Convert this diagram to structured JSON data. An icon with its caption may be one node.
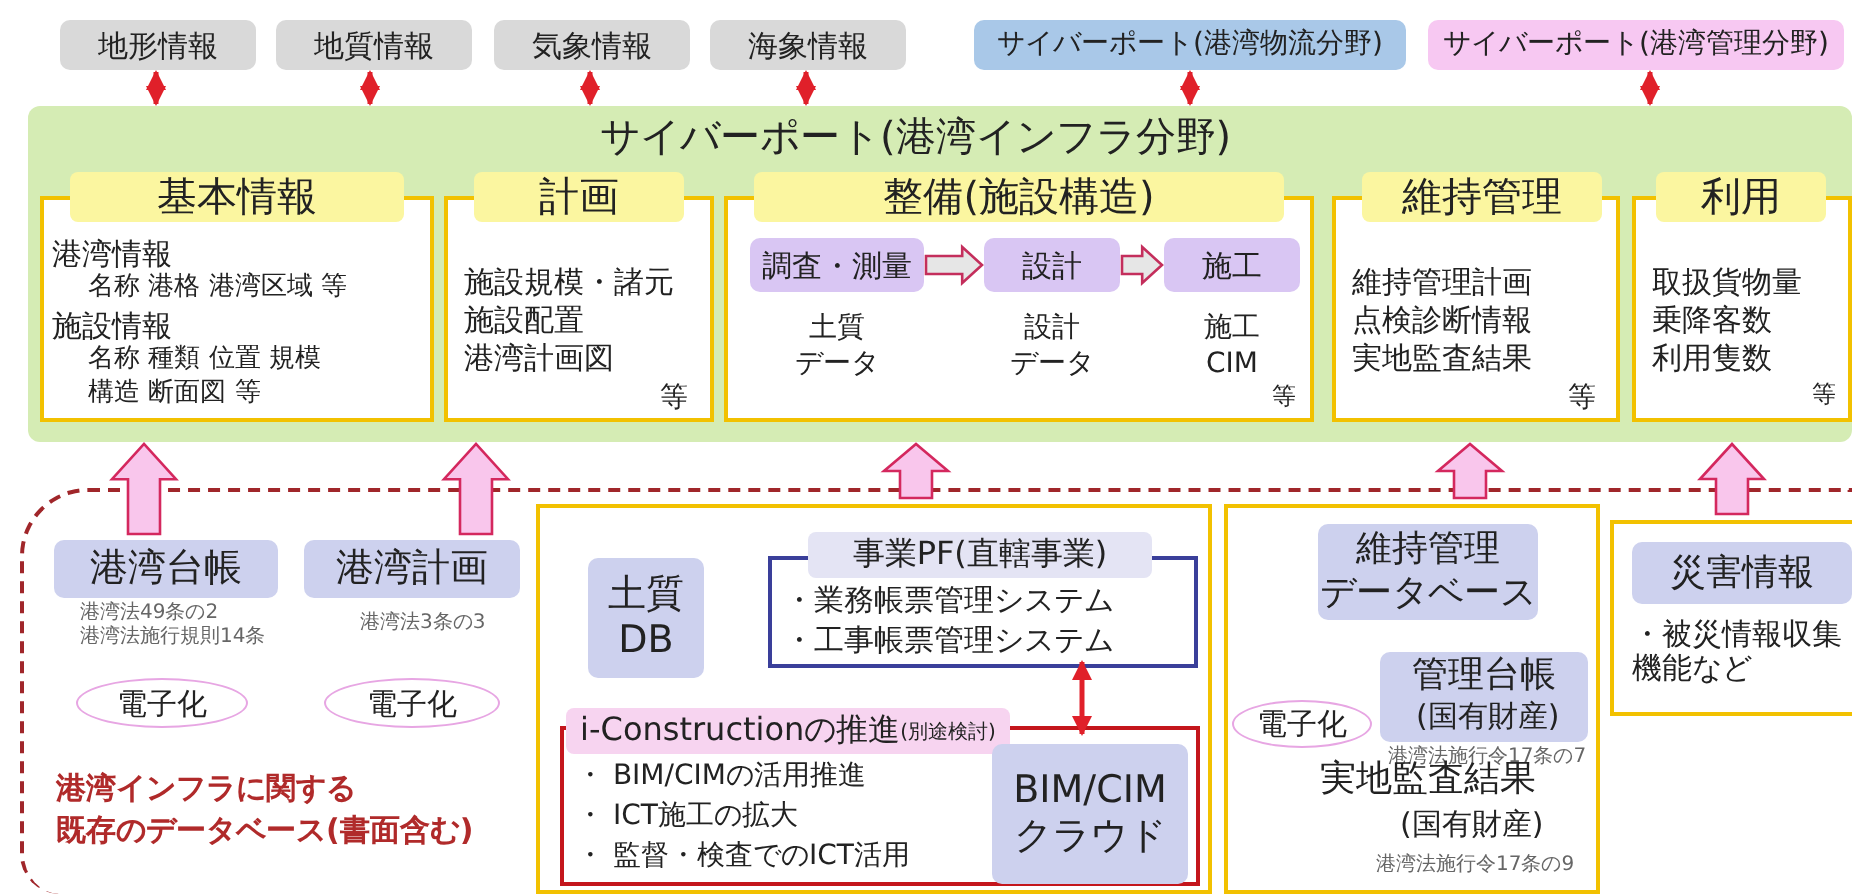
{
  "diagram": {
    "nodes": [
      {
        "text": [
          "地形情報"
        ]
      },
      {
        "text": [
          "地質情報"
        ]
      },
      {
        "text": [
          "気象情報"
        ]
      },
      {
        "text": [
          "海象情報"
        ]
      },
      {
        "text": [
          "サイバーポート(港湾物流分野)"
        ]
      },
      {
        "text": [
          "サイバーポート(港湾管理分野)"
        ]
      },
      {
        "text": [
          "サイバーポート(港湾インフラ分野)"
        ]
      },
      {
        "text": [
          "基本情報",
          "港湾情報",
          "名称 港格 港湾区域 等",
          "施設情報",
          "名称 種類 位置 規模",
          "構造 断面図 等"
        ],
        "in": 6
      },
      {
        "text": [
          "計画",
          "施設規模・諸元",
          "施設配置",
          "港湾計画図",
          "等"
        ],
        "in": 6
      },
      {
        "text": [
          "整備(施設構造)",
          "等"
        ],
        "in": 6
      },
      {
        "text": [
          "調査・測量"
        ],
        "in": 9,
        "beside": [
          "土質",
          "データ"
        ]
      },
      {
        "text": [
          "設計"
        ],
        "in": 9,
        "beside": [
          "設計",
          "データ"
        ]
      },
      {
        "text": [
          "施工"
        ],
        "in": 9,
        "beside": [
          "施工",
          "CIM"
        ]
      },
      {
        "text": [
          "維持管理",
          "維持管理計画",
          "点検診断情報",
          "実地監査結果",
          "等"
        ],
        "in": 6
      },
      {
        "text": [
          "利用",
          "取扱貨物量",
          "乗降客数",
          "利用隻数",
          "等"
        ],
        "in": 6
      },
      {
        "text": [
          "港湾インフラに関する",
          "既存のデータベース(書面含む)"
        ]
      },
      {
        "text": [
          "港湾台帳"
        ],
        "in": 15,
        "beside": [
          "港湾法49条の2",
          "港湾法施行規則14条"
        ]
      },
      {
        "text": [
          "電子化"
        ],
        "in": 15
      },
      {
        "text": [
          "港湾計画"
        ],
        "in": 15,
        "beside": [
          "港湾法3条の3"
        ]
      },
      {
        "text": [
          "電子化"
        ],
        "in": 15
      },
      {
        "text": [],
        "shape": "box",
        "in": 15
      },
      {
        "text": [
          "土質",
          "DB"
        ],
        "in": 20
      },
      {
        "text": [
          "事業PF(直轄事業)",
          "・業務帳票管理システム",
          "・工事帳票管理システム"
        ],
        "in": 20
      },
      {
        "text": [
          "i-Constructionの推進",
          "(別途検討)",
          "・ BIM/CIMの活用推進",
          "・ ICT施工の拡大",
          "・ 監督・検査でのICT活用"
        ],
        "in": 20
      },
      {
        "text": [
          "BIM/CIM",
          "クラウド"
        ],
        "in": 23
      },
      {
        "text": [],
        "shape": "box",
        "in": 15
      },
      {
        "text": [
          "維持管理",
          "データベース"
        ],
        "in": 25
      },
      {
        "text": [
          "管理台帳",
          "(国有財産)"
        ],
        "in": 25,
        "beside": [
          "港湾法施行令17条の7"
        ]
      },
      {
        "text": [
          "電子化"
        ],
        "in": 25
      },
      {
        "text": [
          "・被災情報収集機能など"
        ],
        "in": 15
      },
      {
        "text": [
          "災害情報"
        ],
        "in": 29
      }
    ],
    "edges": [
      {
        "from": 0,
        "to": 6,
        "arrow": "both"
      },
      {
        "from": 1,
        "to": 6,
        "arrow": "both"
      },
      {
        "from": 2,
        "to": 6,
        "arrow": "both"
      },
      {
        "from": 3,
        "to": 6,
        "arrow": "both"
      },
      {
        "from": 4,
        "to": 6,
        "arrow": "both"
      },
      {
        "from": 5,
        "to": 6,
        "arrow": "both"
      },
      {
        "from": 10,
        "to": 11,
        "arrow": "to",
        "style": "thick",
        "color": "#e6e6e6"
      },
      {
        "from": 11,
        "to": 12,
        "arrow": "to",
        "style": "thick",
        "color": "#e6e6e6"
      },
      {
        "from": 16,
        "to": 6,
        "arrow": "to",
        "style": "thick",
        "color": "#f9c6ec"
      },
      {
        "from": 18,
        "to": 6,
        "arrow": "to",
        "style": "thick",
        "color": "#f9c6ec"
      },
      {
        "from": 20,
        "to": 6,
        "arrow": "to",
        "style": "thick",
        "color": "#f9c6ec"
      },
      {
        "from": 25,
        "to": 6,
        "arrow": "to",
        "style": "thick",
        "color": "#f9c6ec"
      },
      {
        "from": 29,
        "to": 6,
        "arrow": "to",
        "style": "thick",
        "color": "#f9c6ec"
      },
      {
        "from": 22,
        "to": 24,
        "arrow": "both"
      }
    ],
    "labels": [
      "実地監査結果",
      "(国有財産)",
      "港湾法施行令17条の9"
    ]
  }
}
